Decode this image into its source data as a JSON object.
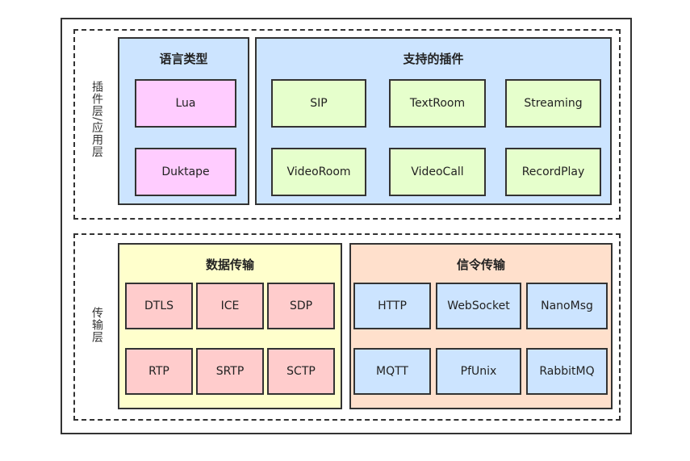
{
  "layers": {
    "app": {
      "label": "插件层/应用层",
      "language": {
        "title": "语言类型",
        "items": [
          "Lua",
          "Duktape"
        ]
      },
      "plugins": {
        "title": "支持的插件",
        "items": [
          "SIP",
          "TextRoom",
          "Streaming",
          "VideoRoom",
          "VideoCall",
          "RecordPlay"
        ]
      }
    },
    "transport": {
      "label": "传输层",
      "data": {
        "title": "数据传输",
        "items": [
          "DTLS",
          "ICE",
          "SDP",
          "RTP",
          "SRTP",
          "SCTP"
        ]
      },
      "signaling": {
        "title": "信令传输",
        "items": [
          "HTTP",
          "WebSocket",
          "NanoMsg",
          "MQTT",
          "PfUnix",
          "RabbitMQ"
        ]
      }
    }
  },
  "colors": {
    "language_panel": "#cce4ff",
    "language_item": "#ffccff",
    "plugin_panel": "#cce4ff",
    "plugin_item": "#e6ffcc",
    "data_panel": "#ffffcc",
    "data_item": "#ffcccc",
    "signal_panel": "#ffe0cc",
    "signal_item": "#cce4ff"
  }
}
